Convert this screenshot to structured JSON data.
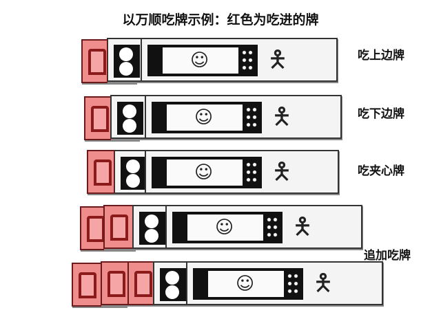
{
  "title": "以万顺吃牌示例：红色为吃进的牌",
  "labels": {
    "row1": "吃上边牌",
    "row2": "吃下边牌",
    "row3": "吃夹心牌",
    "row4": "追加吃牌"
  },
  "colors": {
    "eaten_card": "#ef8c8c",
    "card": "#f4f4f4"
  },
  "icons": {
    "figure": "person-figure",
    "face": "face-figure"
  }
}
